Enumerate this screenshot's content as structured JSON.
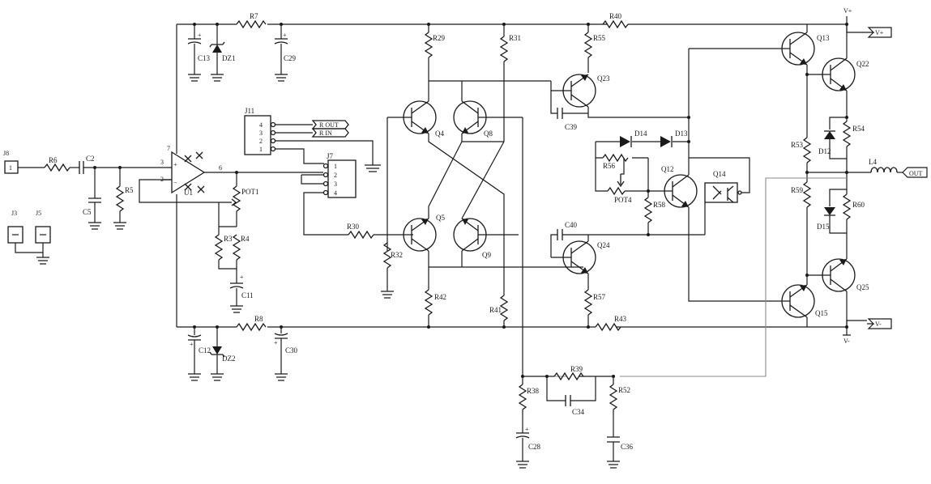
{
  "power": {
    "vplus": "V+",
    "vminus": "V-"
  },
  "output": {
    "out": "OUT"
  },
  "connectors": {
    "j8": {
      "ref": "J8",
      "pin": "1"
    },
    "j3": {
      "ref": "J3"
    },
    "j5": {
      "ref": "J5"
    },
    "j11": {
      "ref": "J11",
      "pins": [
        "4",
        "3",
        "2",
        "1"
      ]
    },
    "j7": {
      "ref": "J7",
      "pins": [
        "1",
        "2",
        "3",
        "4"
      ]
    }
  },
  "nets": {
    "r_out": "R OUT",
    "r_in": "R IN"
  },
  "ic": {
    "ref": "U1",
    "pins": {
      "p3": "3",
      "p2": "2",
      "p6": "6",
      "p7": "7"
    }
  },
  "resistors": [
    "R6",
    "R5",
    "R3",
    "R4",
    "R7",
    "R8",
    "R29",
    "R31",
    "R30",
    "R32",
    "R42",
    "R41",
    "R55",
    "R40",
    "R57",
    "R43",
    "R56",
    "R58",
    "R53",
    "R59",
    "R54",
    "R60",
    "R38",
    "R39",
    "R52"
  ],
  "capacitors": [
    "C2",
    "C5",
    "C11",
    "C13",
    "C29",
    "C12",
    "C30",
    "C39",
    "C40",
    "C34",
    "C28",
    "C36"
  ],
  "transistors": [
    "Q4",
    "Q8",
    "Q5",
    "Q9",
    "Q23",
    "Q24",
    "Q12",
    "Q14",
    "Q13",
    "Q22",
    "Q15",
    "Q25"
  ],
  "diodes": [
    "DZ1",
    "DZ2",
    "D14",
    "D13",
    "D12",
    "D15"
  ],
  "pots": [
    "POT1",
    "POT4"
  ],
  "inductors": [
    "L4"
  ]
}
